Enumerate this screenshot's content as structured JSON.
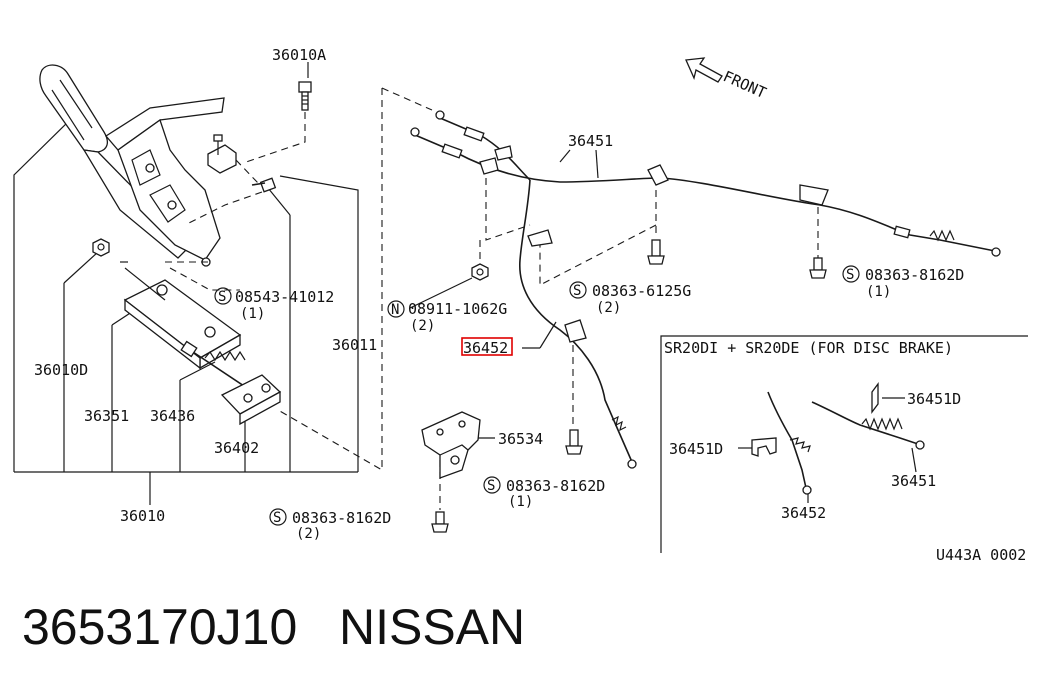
{
  "labels": {
    "p36010A": "36010A",
    "p36010D": "36010D",
    "p36351": "36351",
    "p36436": "36436",
    "p36402": "36402",
    "p36010": "36010",
    "p36011": "36011",
    "s08543_41012": "08543-41012",
    "s08543_41012_qty": "(1)",
    "n08911_1062G": "08911-1062G",
    "n08911_1062G_qty": "(2)",
    "p36451": "36451",
    "s08363_6125G": "08363-6125G",
    "s08363_6125G_qty": "(2)",
    "s08363_8162D_a": "08363-8162D",
    "s08363_8162D_a_qty": "(1)",
    "p36452_main": "36452",
    "p36534": "36534",
    "s08363_8162D_b": "08363-8162D",
    "s08363_8162D_b_qty": "(1)",
    "s08363_8162D_c": "08363-8162D",
    "s08363_8162D_c_qty": "(2)",
    "front": "FRONT",
    "inset_title": "SR20DI + SR20DE   (FOR DISC BRAKE)",
    "inset_36451D_top": "36451D",
    "inset_36451D_left": "36451D",
    "inset_36451": "36451",
    "inset_36452": "36452",
    "diagram_code": "U443A 0002",
    "symbol_s": "S",
    "symbol_n": "N"
  },
  "footer": {
    "part_number": "3653170J10",
    "brand": "NISSAN"
  },
  "colors": {
    "highlight": "#e00000",
    "ink": "#111111"
  }
}
